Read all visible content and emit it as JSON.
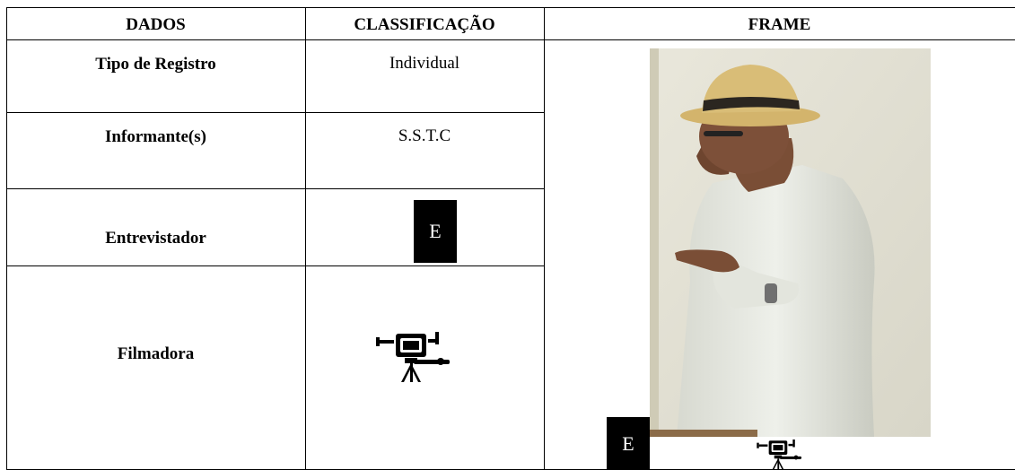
{
  "table": {
    "headers": {
      "dados": "DADOS",
      "classificacao": "CLASSIFICAÇÃO",
      "frame": "FRAME"
    },
    "rows": [
      {
        "label": "Tipo de Registro",
        "value": "Individual"
      },
      {
        "label": "Informante(s)",
        "value": "S.S.T.C"
      },
      {
        "label": "Entrevistador",
        "value": "E"
      },
      {
        "label": "Filmadora",
        "value": ""
      }
    ],
    "frame_overlay": {
      "interviewer_mark": "E"
    }
  },
  "icons": {
    "camera_icon": "video-camera-on-tripod-icon"
  }
}
